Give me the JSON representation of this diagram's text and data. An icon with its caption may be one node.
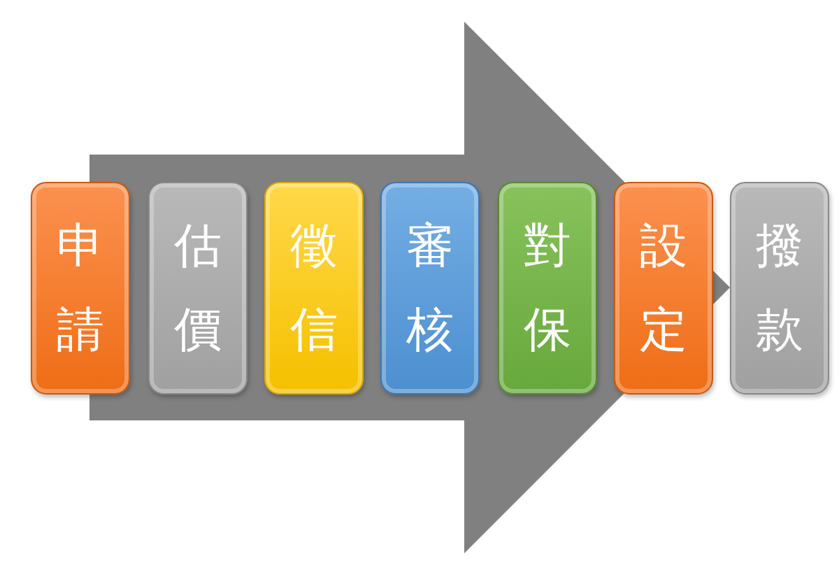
{
  "diagram": {
    "nodes": [
      {
        "text": [
          "申請"
        ]
      },
      {
        "text": [
          "估價"
        ]
      },
      {
        "text": [
          "徵信"
        ]
      },
      {
        "text": [
          "審核"
        ]
      },
      {
        "text": [
          "對保"
        ]
      },
      {
        "text": [
          "設定"
        ]
      },
      {
        "text": [
          "撥款"
        ]
      }
    ],
    "edges": [
      {
        "from": 0,
        "to": 6,
        "arrow": "to"
      }
    ]
  }
}
